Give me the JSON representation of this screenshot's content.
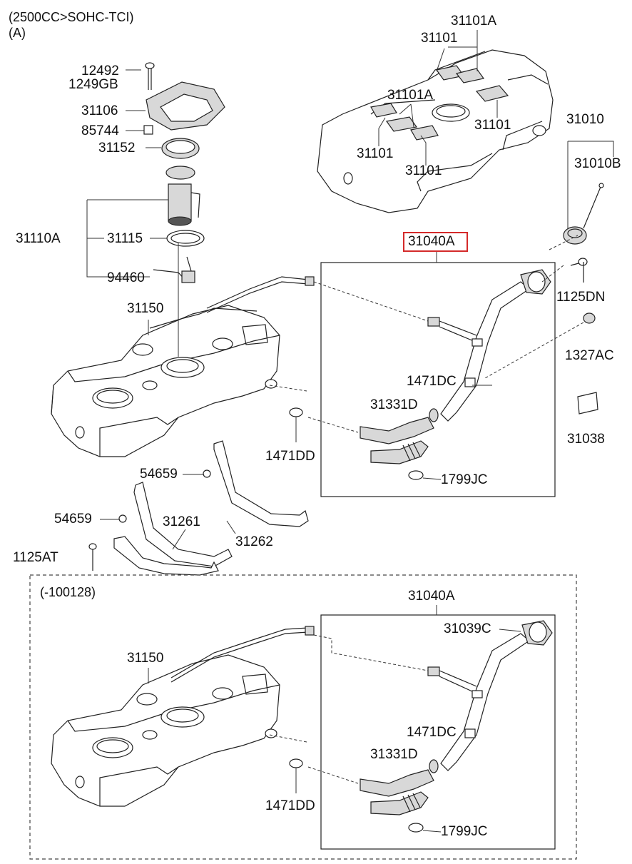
{
  "header": {
    "engine": "(2500CC>SOHC-TCI)",
    "variant": "(A)"
  },
  "lower_section": {
    "range": "(-100128)"
  },
  "parts": {
    "p31101A_top": "31101A",
    "p31101_a": "31101",
    "p31101A_mid": "31101A",
    "p31101_b": "31101",
    "p31101_c": "31101",
    "p31101_d": "31101",
    "p31010": "31010",
    "p31010B": "31010B",
    "p12492": "12492",
    "p1249GB": "1249GB",
    "p31106": "31106",
    "p85744": "85744",
    "p31152": "31152",
    "p31110A": "31110A",
    "p31115": "31115",
    "p94460": "94460",
    "p31150": "31150",
    "p31040A": "31040A",
    "p1125DN": "1125DN",
    "p1327AC": "1327AC",
    "p1471DC": "1471DC",
    "p31331D": "31331D",
    "p31038": "31038",
    "p1471DD": "1471DD",
    "p1799JC": "1799JC",
    "p54659_a": "54659",
    "p54659_b": "54659",
    "p31261": "31261",
    "p31262": "31262",
    "p1125AT": "1125AT",
    "p31040A_lower": "31040A",
    "p31039C": "31039C",
    "p31150_lower": "31150",
    "p1471DC_lower": "1471DC",
    "p31331D_lower": "31331D",
    "p1471DD_lower": "1471DD",
    "p1799JC_lower": "1799JC"
  },
  "highlight_color": "#d42a2a",
  "line_color": "#222222"
}
